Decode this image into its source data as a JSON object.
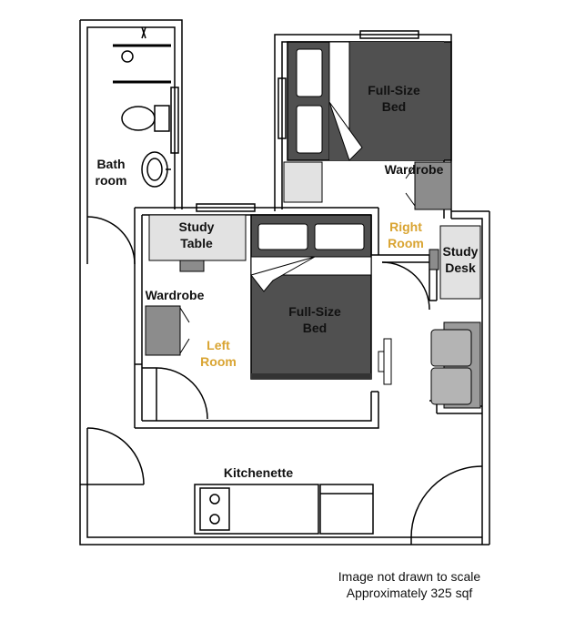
{
  "labels": {
    "bathroom_line1": "Bath",
    "bathroom_line2": "room",
    "bed_top_line1": "Full-Size",
    "bed_top_line2": "Bed",
    "wardrobe_right": "Wardrobe",
    "right_room_line1": "Right",
    "right_room_line2": "Room",
    "study_desk_line1": "Study",
    "study_desk_line2": "Desk",
    "study_table_line1": "Study",
    "study_table_line2": "Table",
    "wardrobe_left": "Wardrobe",
    "bed_left_line1": "Full-Size",
    "bed_left_line2": "Bed",
    "left_room_line1": "Left",
    "left_room_line2": "Room",
    "kitchenette": "Kitchenette"
  },
  "notes": {
    "line1": "Image not drawn to scale",
    "line2": "Approximately 325 sqf"
  },
  "colors": {
    "room_label": "#d9a432",
    "bed_dark": "#505050",
    "furniture_light": "#e2e2e2",
    "wardrobe_gray": "#8c8c8c",
    "wall": "#000000"
  }
}
